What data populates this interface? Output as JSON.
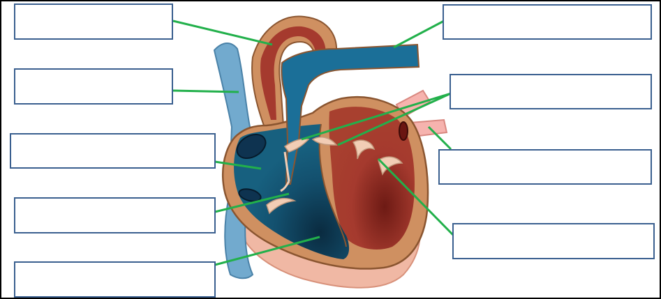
{
  "diagram": {
    "subject": "heart",
    "colors": {
      "border": "#000000",
      "label_box_border": "#3a5f8f",
      "leader_line": "#22b04b",
      "heart_muscle": "#cf9061",
      "heart_outline": "#8a5530",
      "oxygenated_blood": "#a53a2e",
      "deoxygenated_blood": "#1b6f98",
      "deoxygenated_chamber": "#13506e",
      "vena_cava": "#72aace",
      "outer_layer": "#f0b8a4",
      "valve": "#f2cdb5"
    },
    "labels": [
      {
        "id": "label-1",
        "text": ""
      },
      {
        "id": "label-2",
        "text": ""
      },
      {
        "id": "label-3",
        "text": ""
      },
      {
        "id": "label-4",
        "text": ""
      },
      {
        "id": "label-5",
        "text": ""
      },
      {
        "id": "label-6",
        "text": ""
      },
      {
        "id": "label-7",
        "text": ""
      },
      {
        "id": "label-8",
        "text": ""
      },
      {
        "id": "label-9",
        "text": ""
      }
    ]
  }
}
